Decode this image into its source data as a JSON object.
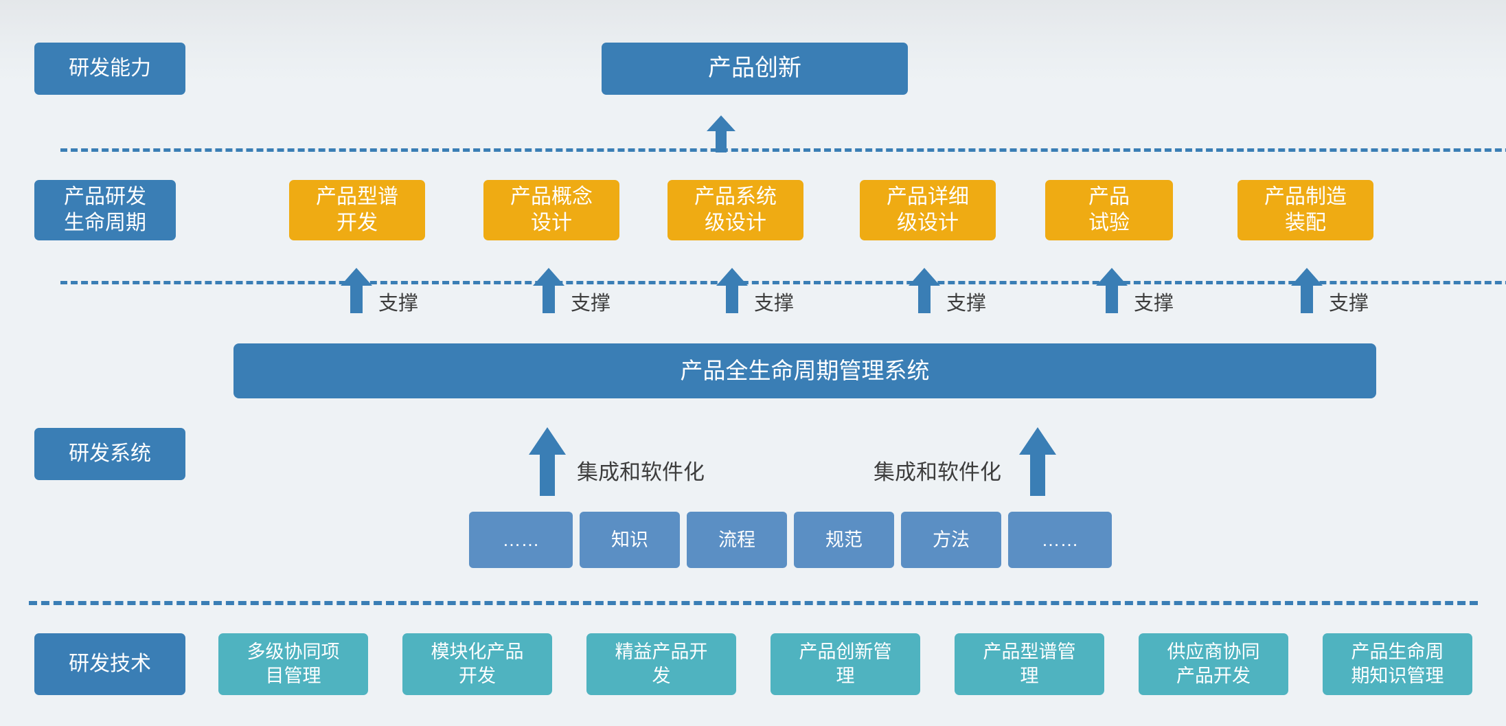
{
  "diagram": {
    "title_node": {
      "label": "产品创新"
    },
    "left_labels": [
      {
        "label": "研发能力"
      },
      {
        "label": "产品研发\n生命周期"
      },
      {
        "label": "研发系统"
      },
      {
        "label": "研发技术"
      }
    ],
    "lifecycle_stages": [
      {
        "label": "产品型谱\n开发"
      },
      {
        "label": "产品概念\n设计"
      },
      {
        "label": "产品系统\n级设计"
      },
      {
        "label": "产品详细\n级设计"
      },
      {
        "label": "产品\n试验"
      },
      {
        "label": "产品制造\n装配"
      }
    ],
    "support_labels": [
      "支撑",
      "支撑",
      "支撑",
      "支撑",
      "支撑",
      "支撑"
    ],
    "plm_system": {
      "label": "产品全生命周期管理系统"
    },
    "integration_labels": [
      "集成和软件化",
      "集成和软件化"
    ],
    "knowledge_chips": [
      {
        "label": "……"
      },
      {
        "label": "知识"
      },
      {
        "label": "流程"
      },
      {
        "label": "规范"
      },
      {
        "label": "方法"
      },
      {
        "label": "……"
      }
    ],
    "technologies": [
      {
        "label": "多级协同项\n目管理"
      },
      {
        "label": "模块化产品\n开发"
      },
      {
        "label": "精益产品开\n发"
      },
      {
        "label": "产品创新管\n理"
      },
      {
        "label": "产品型谱管\n理"
      },
      {
        "label": "供应商协同\n产品开发"
      },
      {
        "label": "产品生命周\n期知识管理"
      }
    ],
    "colors": {
      "background": "#eef2f5",
      "blue": "#3a7eb5",
      "blue_soft": "#5b8fc4",
      "yellow": "#efab13",
      "teal": "#4fb3c0",
      "dash": "#3a7eb5",
      "caption_text": "#3d3d3d"
    }
  }
}
